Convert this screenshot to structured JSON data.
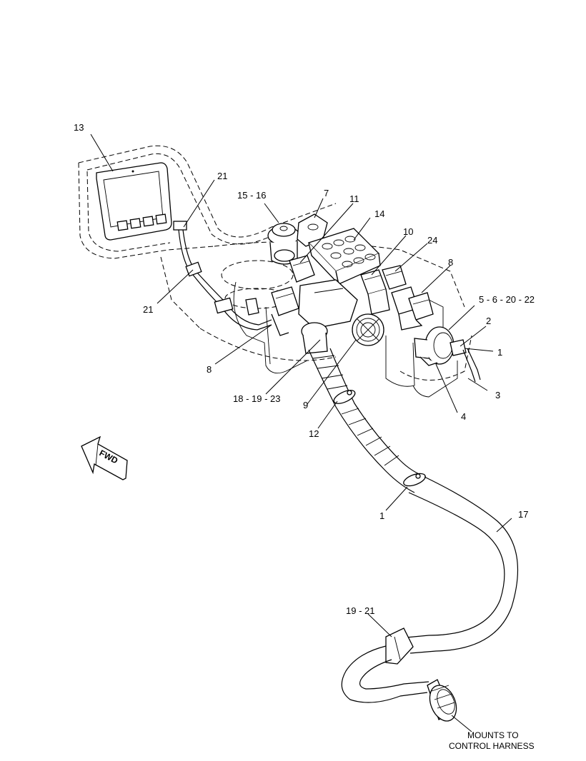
{
  "callouts": {
    "c13": "13",
    "c21a": "21",
    "c21b": "21",
    "c15_16": "15 - 16",
    "c7": "7",
    "c11": "11",
    "c14": "14",
    "c10": "10",
    "c24": "24",
    "c8a": "8",
    "c8b": "8",
    "c5_6_20_22": "5 - 6 - 20 - 22",
    "c2": "2",
    "c1a": "1",
    "c3": "3",
    "c4": "4",
    "c9": "9",
    "c18_19_23": "18 - 19 - 23",
    "c12": "12",
    "c1b": "1",
    "c17": "17",
    "c19_21": "19 - 21"
  },
  "fwd_label": "FWD",
  "note": {
    "line1": "MOUNTS TO",
    "line2": "CONTROL HARNESS"
  }
}
